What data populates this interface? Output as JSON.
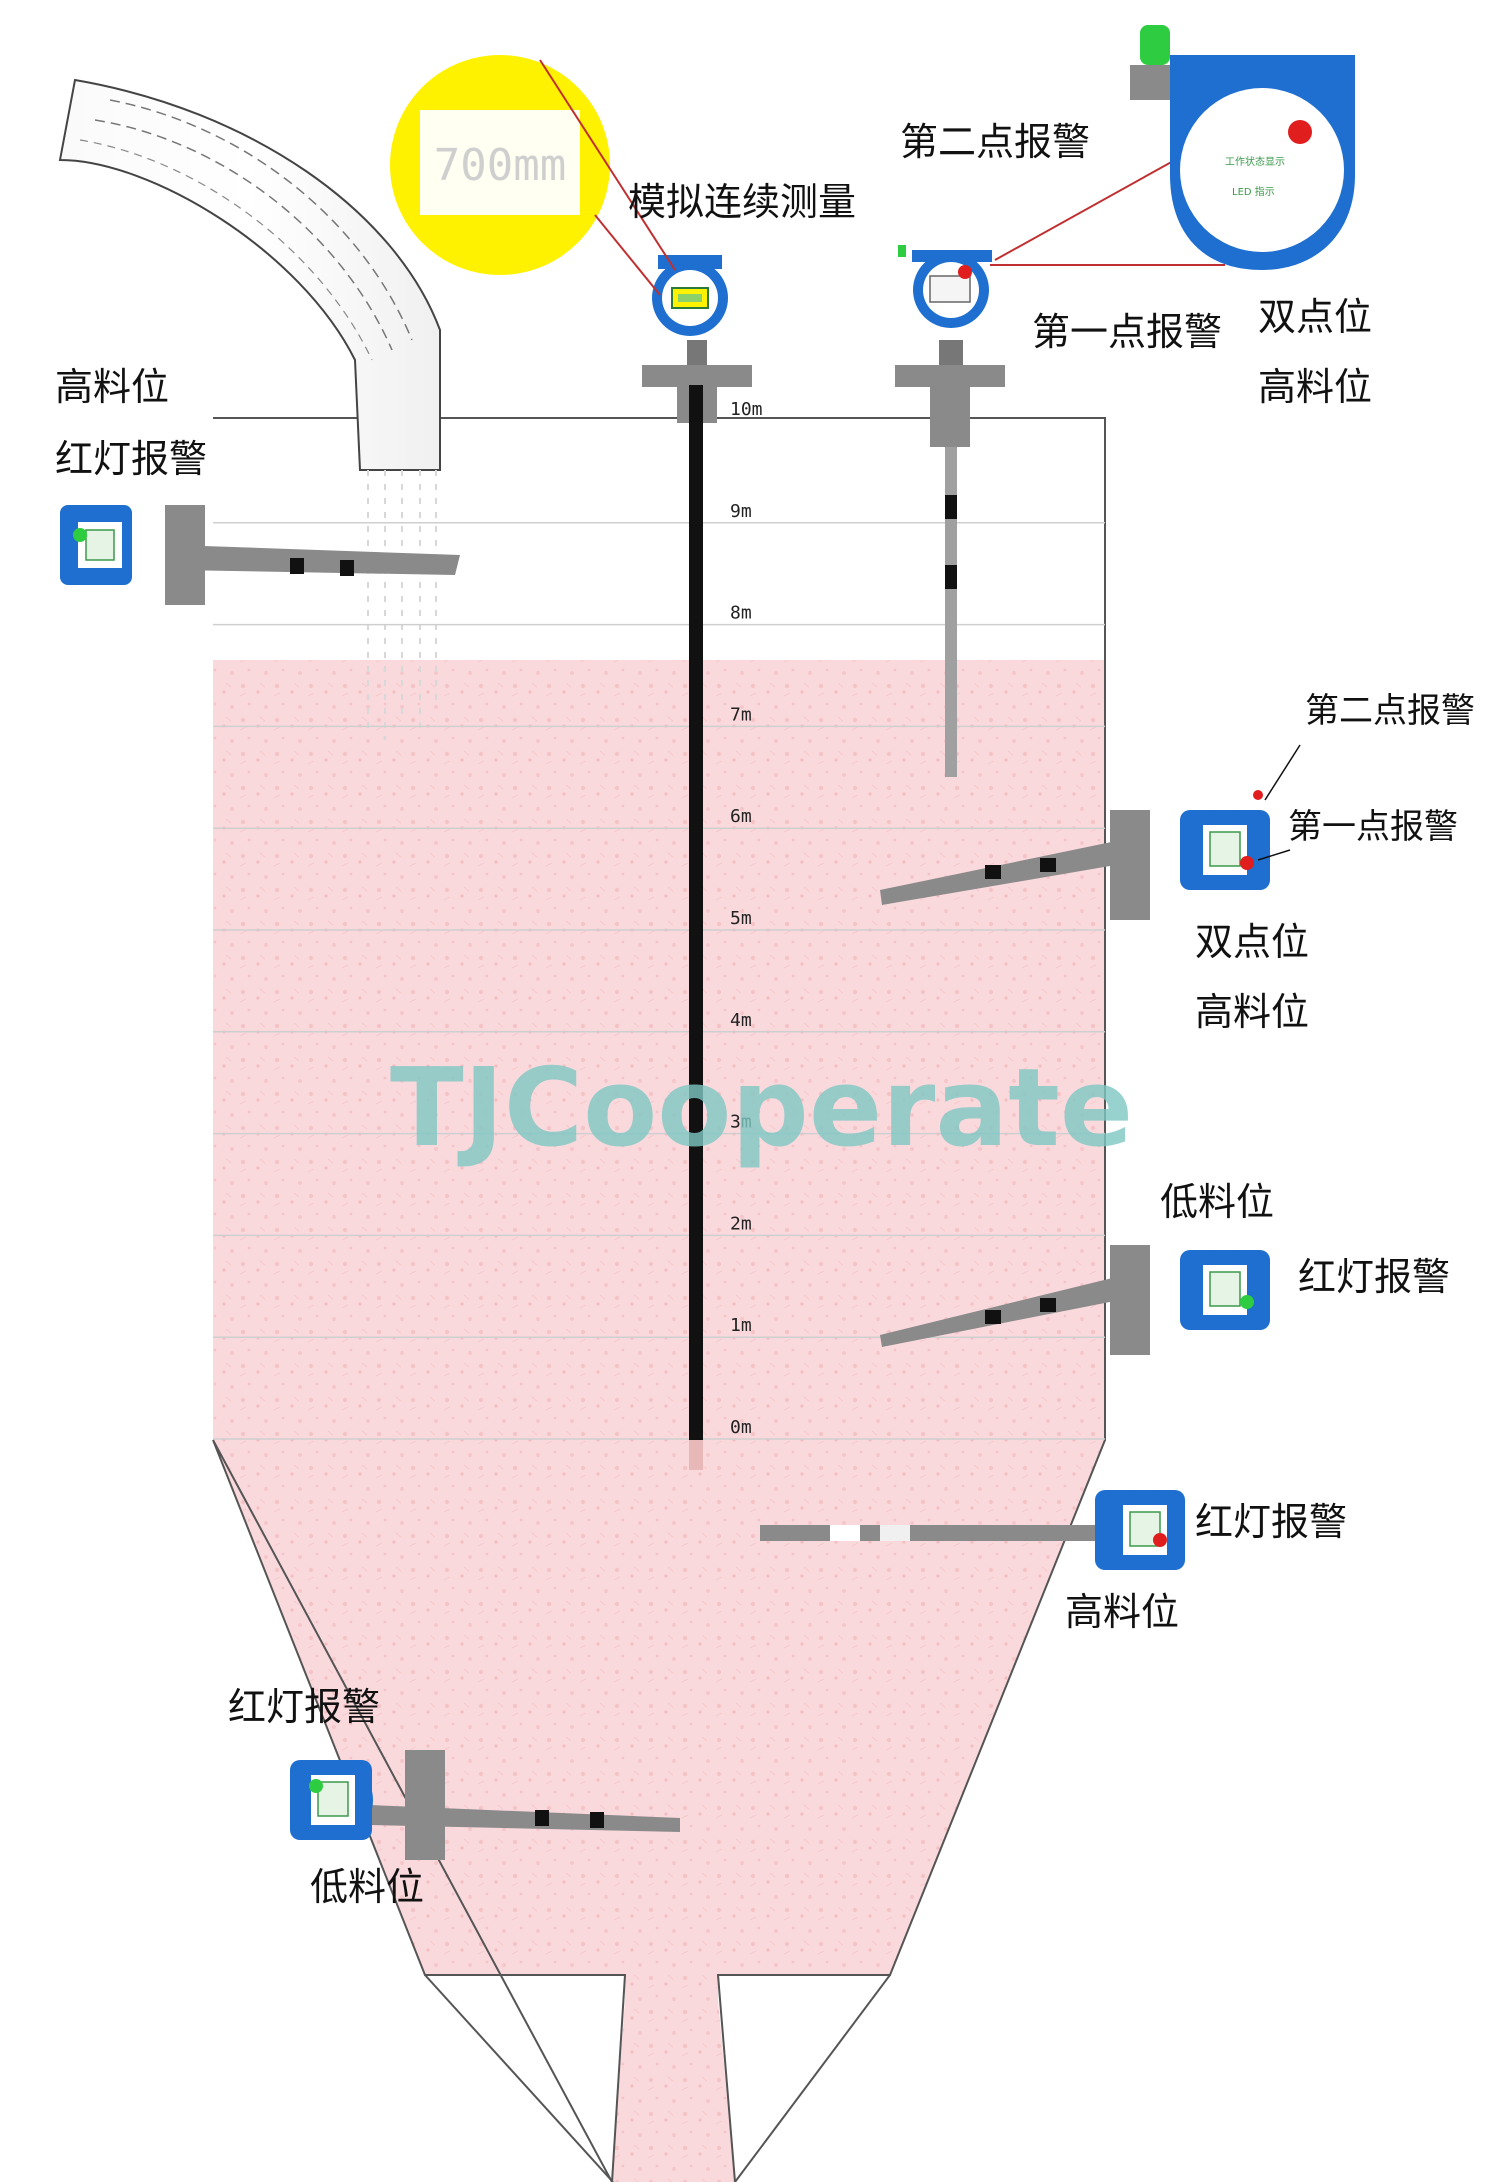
{
  "labels": {
    "analog": "模拟连续测量",
    "top_second_alarm": "第二点报警",
    "top_first_alarm": "第一点报警",
    "top_dual": "双点位",
    "top_high": "高料位",
    "left_high": "高料位",
    "left_red_alarm": "红灯报警",
    "right_second_alarm": "第二点报警",
    "right_first_alarm": "第一点报警",
    "right_dual": "双点位",
    "right_high": "高料位",
    "right_low": "低料位",
    "right_red_alarm": "红灯报警",
    "cone_red_alarm": "红灯报警",
    "cone_high": "高料位",
    "bottom_red_alarm": "红灯报警",
    "bottom_low": "低料位"
  },
  "display_value": "700mm",
  "scale_marks": [
    "10m",
    "9m",
    "8m",
    "7m",
    "6m",
    "5m",
    "4m",
    "3m",
    "2m",
    "1m",
    "0m"
  ],
  "watermark": "TJCooperate",
  "colors": {
    "material": "#f9d3d8",
    "speckle": "#ec8e8e",
    "instrument_blue": "#1e6fd0",
    "indicator_green": "#2ecc40",
    "indicator_red": "#e01e1e",
    "callout_yellow": "#fff200",
    "probe_gray": "#8a8a8a",
    "leader_red": "#c03030"
  }
}
